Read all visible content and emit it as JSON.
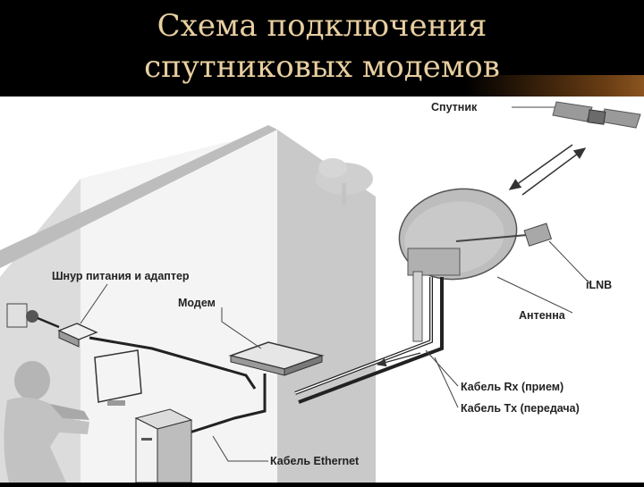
{
  "title": {
    "line1": "Схема подключения",
    "line2": "спутниковых модемов"
  },
  "labels": {
    "satellite": "Спутник",
    "power_cord": "Шнур питания и адаптер",
    "modem": "Модем",
    "ilnb": "iLNB",
    "antenna": "Антенна",
    "cable_rx": "Кабель Rx (прием)",
    "cable_tx": "Кабель Tx (передача)",
    "cable_ethernet": "Кабель Ethernet"
  },
  "colors": {
    "title_text": "#e8cfa0",
    "background": "#000000",
    "diagram_bg": "#ffffff"
  }
}
